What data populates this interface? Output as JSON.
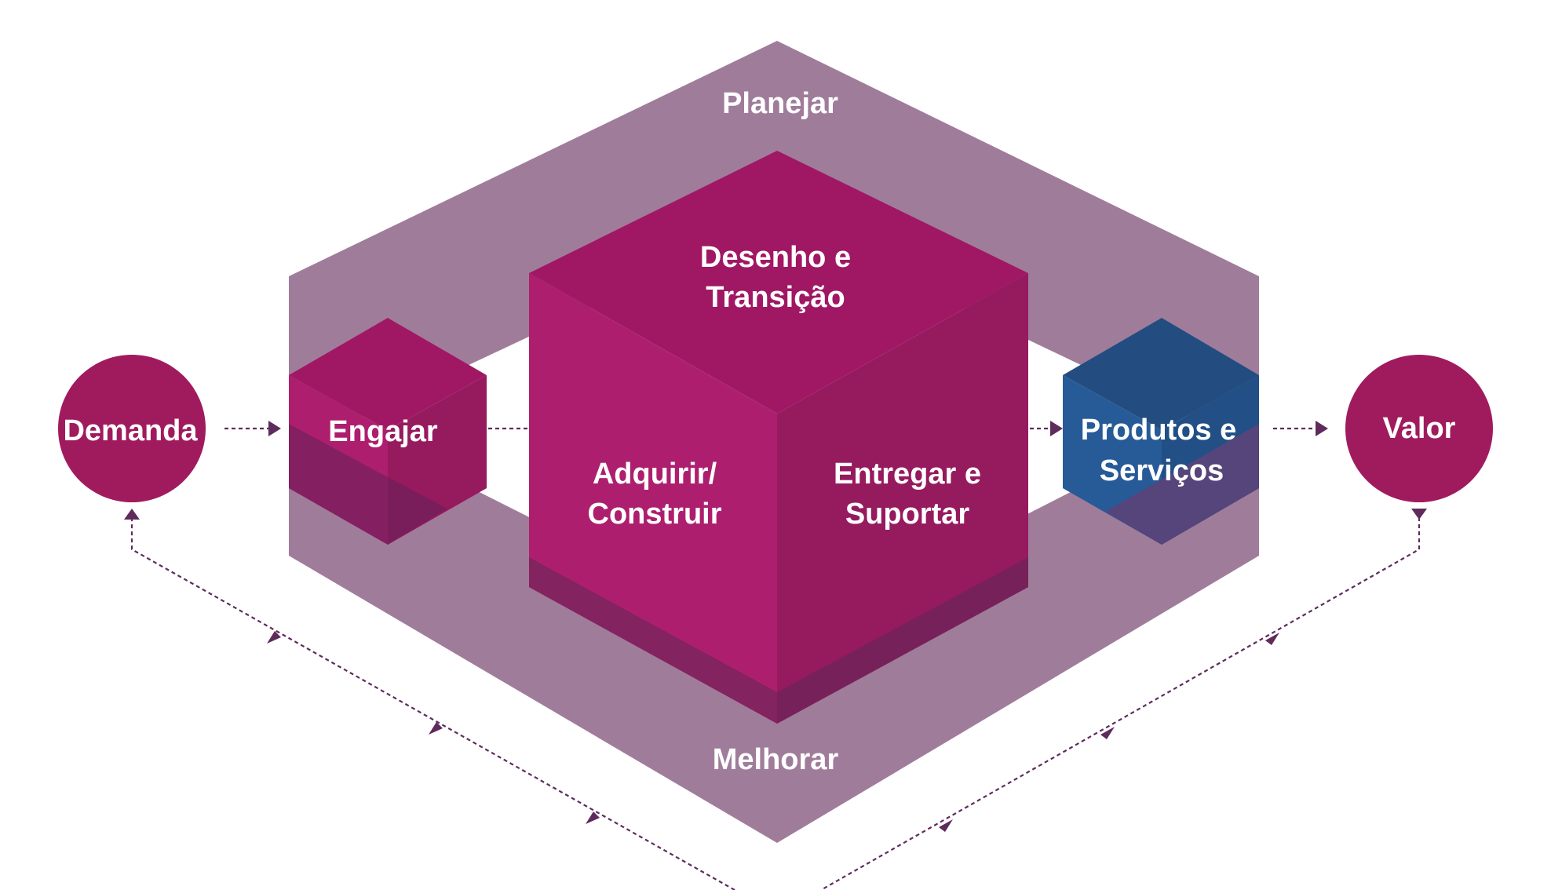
{
  "demand": {
    "label": "Demanda"
  },
  "value": {
    "label": "Valor"
  },
  "outer_band": {
    "top_label": "Planejar",
    "bottom_label": "Melhorar"
  },
  "engage": {
    "label": "Engajar"
  },
  "main_cube": {
    "top_label_line1": "Desenho e",
    "top_label_line2": "Transição",
    "left_label_line1": "Adquirir/",
    "left_label_line2": "Construir",
    "right_label_line1": "Entregar e",
    "right_label_line2": "Suportar"
  },
  "products": {
    "label_line1": "Produtos e",
    "label_line2": "Serviços"
  },
  "colors": {
    "band": "#a07c9b",
    "magenta_top": "#a01864",
    "magenta_left": "#ad1f6e",
    "magenta_right": "#961a5e",
    "magenta_overlap": "#7d2160",
    "blue_top": "#234d80",
    "blue_left": "#275b98",
    "blue_right": "#214f86",
    "circle": "#a01b5e",
    "arrow": "#5e2b5c"
  }
}
